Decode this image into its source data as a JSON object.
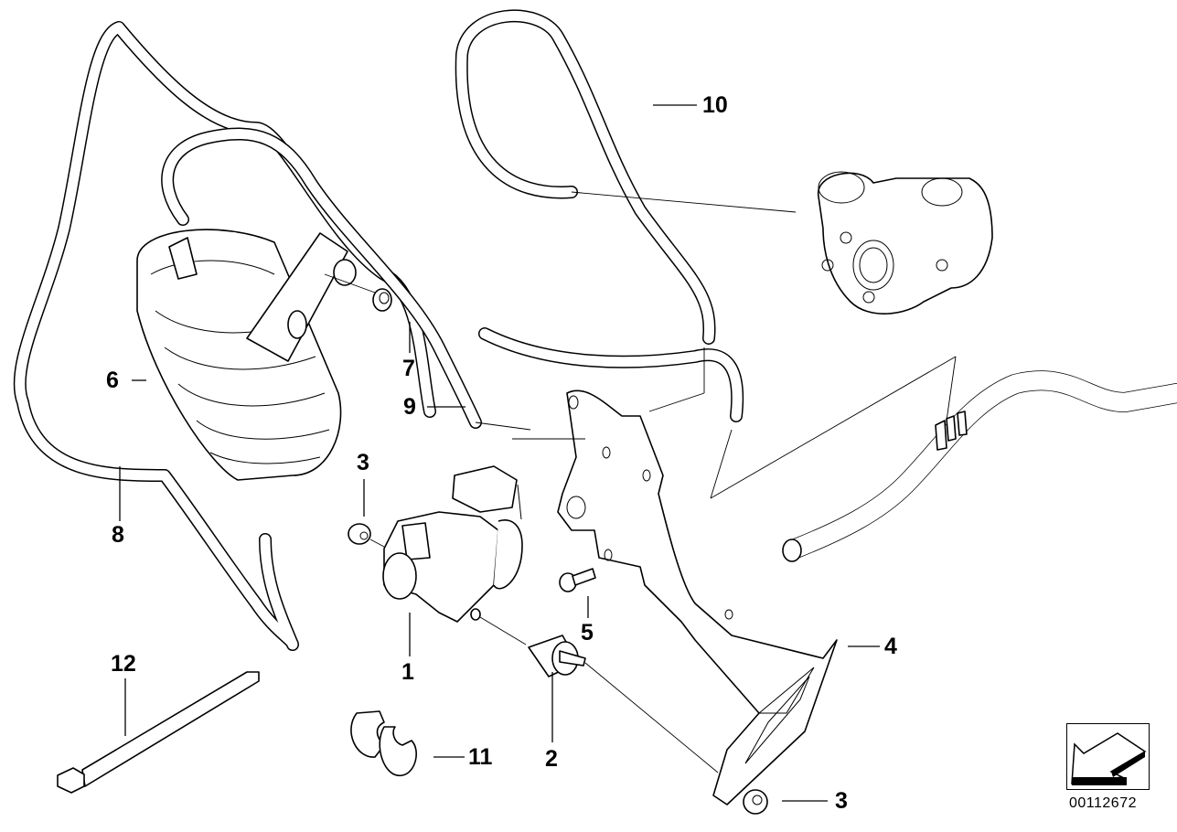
{
  "diagram": {
    "title": "Vacuum control / pressure converter with hoses and bracket",
    "diagram_id": "00112672",
    "callouts": [
      {
        "id": "callout-1",
        "label": "1",
        "part": "Pressure converter (vacuum solenoid valve)"
      },
      {
        "id": "callout-2",
        "label": "2",
        "part": "Rubber mount / vibration damper"
      },
      {
        "id": "callout-3a",
        "label": "3",
        "part": "Hex nut (upper, valve)"
      },
      {
        "id": "callout-3b",
        "label": "3",
        "part": "Hex nut (lower, bracket)"
      },
      {
        "id": "callout-4",
        "label": "4",
        "part": "Holder / bracket"
      },
      {
        "id": "callout-5",
        "label": "5",
        "part": "Hex bolt"
      },
      {
        "id": "callout-6",
        "label": "6",
        "part": "Vacuum reservoir / filter"
      },
      {
        "id": "callout-7",
        "label": "7",
        "part": "Nut"
      },
      {
        "id": "callout-8",
        "label": "8",
        "part": "Vacuum hose"
      },
      {
        "id": "callout-9",
        "label": "9",
        "part": "Vacuum hose"
      },
      {
        "id": "callout-10",
        "label": "10",
        "part": "Vacuum hose to turbocharger"
      },
      {
        "id": "callout-11",
        "label": "11",
        "part": "Hose clip"
      },
      {
        "id": "callout-12",
        "label": "12",
        "part": "Cable tie"
      }
    ],
    "reference_parts": [
      "turbocharger",
      "vacuum line"
    ],
    "nav_icon": "previous-arrow-icon"
  }
}
